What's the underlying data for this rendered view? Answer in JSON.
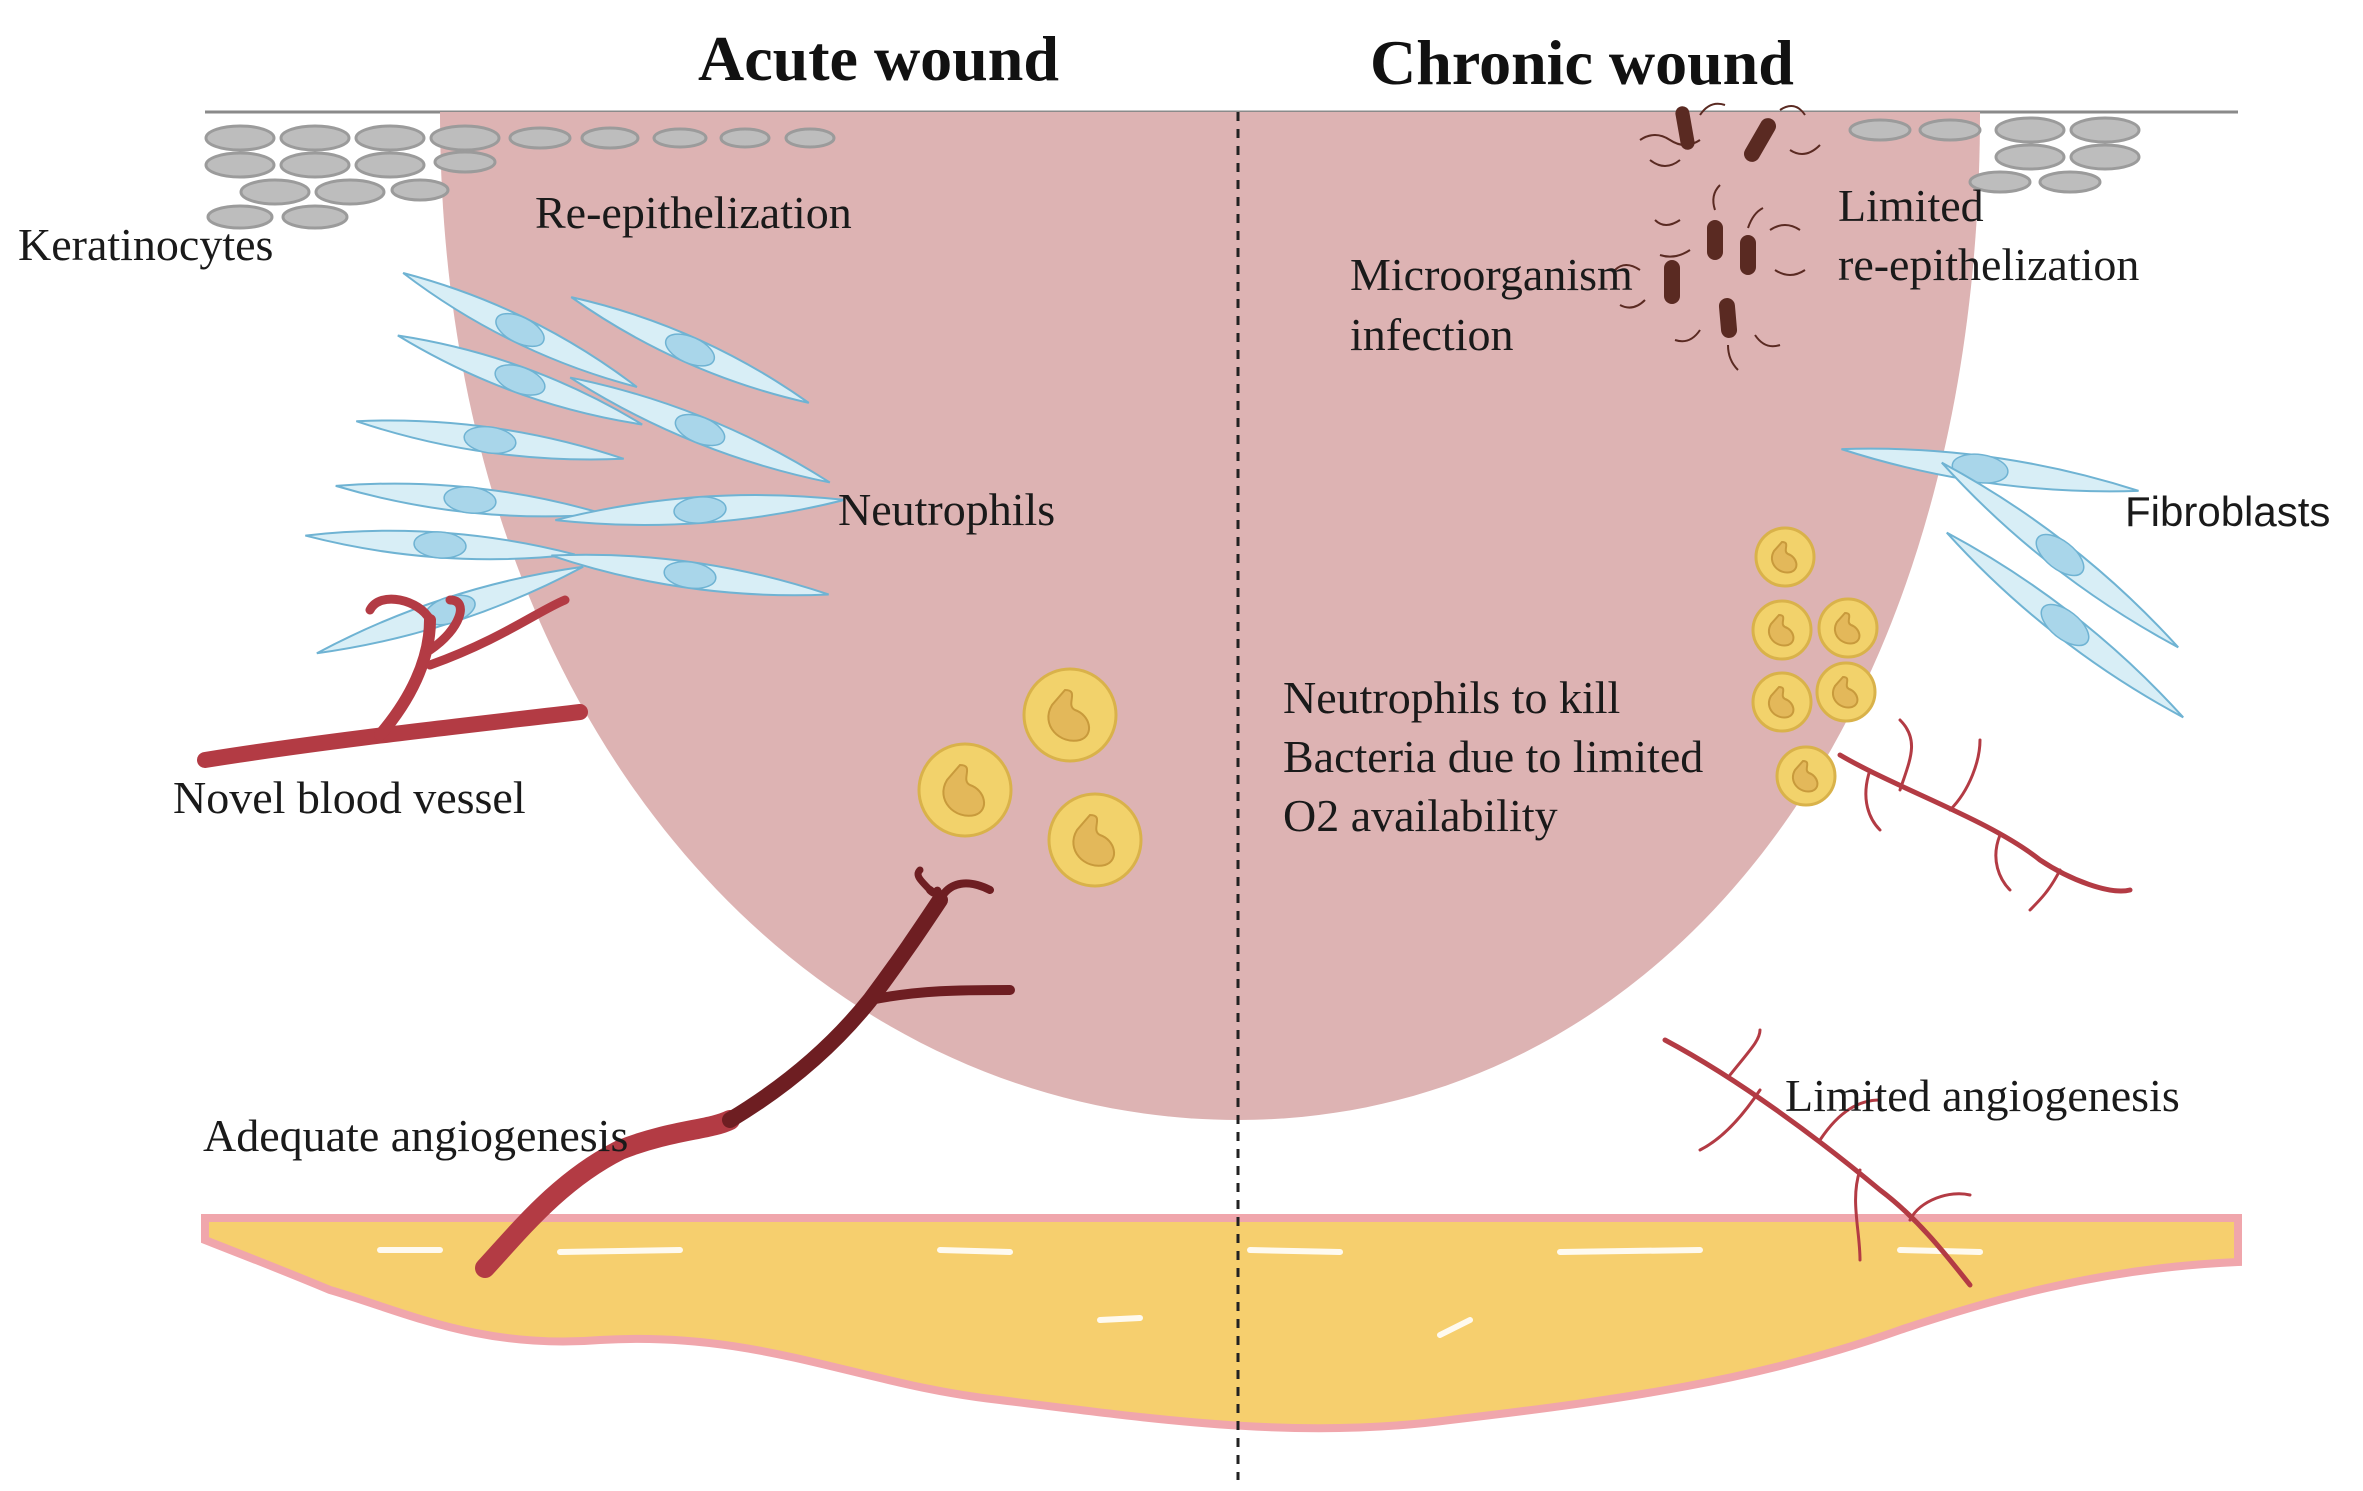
{
  "titles": {
    "acute": "Acute wound",
    "chronic": "Chronic wound"
  },
  "acute_labels": {
    "keratinocytes": "Keratinocytes",
    "re_epithelization": "Re-epithelization",
    "neutrophils": "Neutrophils",
    "novel_blood_vessel": "Novel blood vessel",
    "adequate_angiogenesis": "Adequate angiogenesis"
  },
  "chronic_labels": {
    "limited_re_epi": [
      "Limited",
      "re-epithelization"
    ],
    "microorganism": [
      "Microorganism",
      "infection"
    ],
    "fibroblasts": "Fibroblasts",
    "neutrophils_note": [
      "Neutrophils to kill",
      "Bacteria due to limited",
      "O2 availability"
    ],
    "limited_angiogenesis": "Limited angiogenesis"
  },
  "colors": {
    "wound": "#ddb3b3",
    "fat": "#f6cf6e",
    "fat_edge": "#f0a6ac",
    "vessel": "#b33b44",
    "vessel_dark": "#6e1e22",
    "fibroblast": "#d8eef6",
    "fibroblast_edge": "#6fb3d3",
    "neutrophil": "#f2d26b",
    "bacteria": "#5a2a22",
    "keratinocyte": "#9b9b9b"
  }
}
